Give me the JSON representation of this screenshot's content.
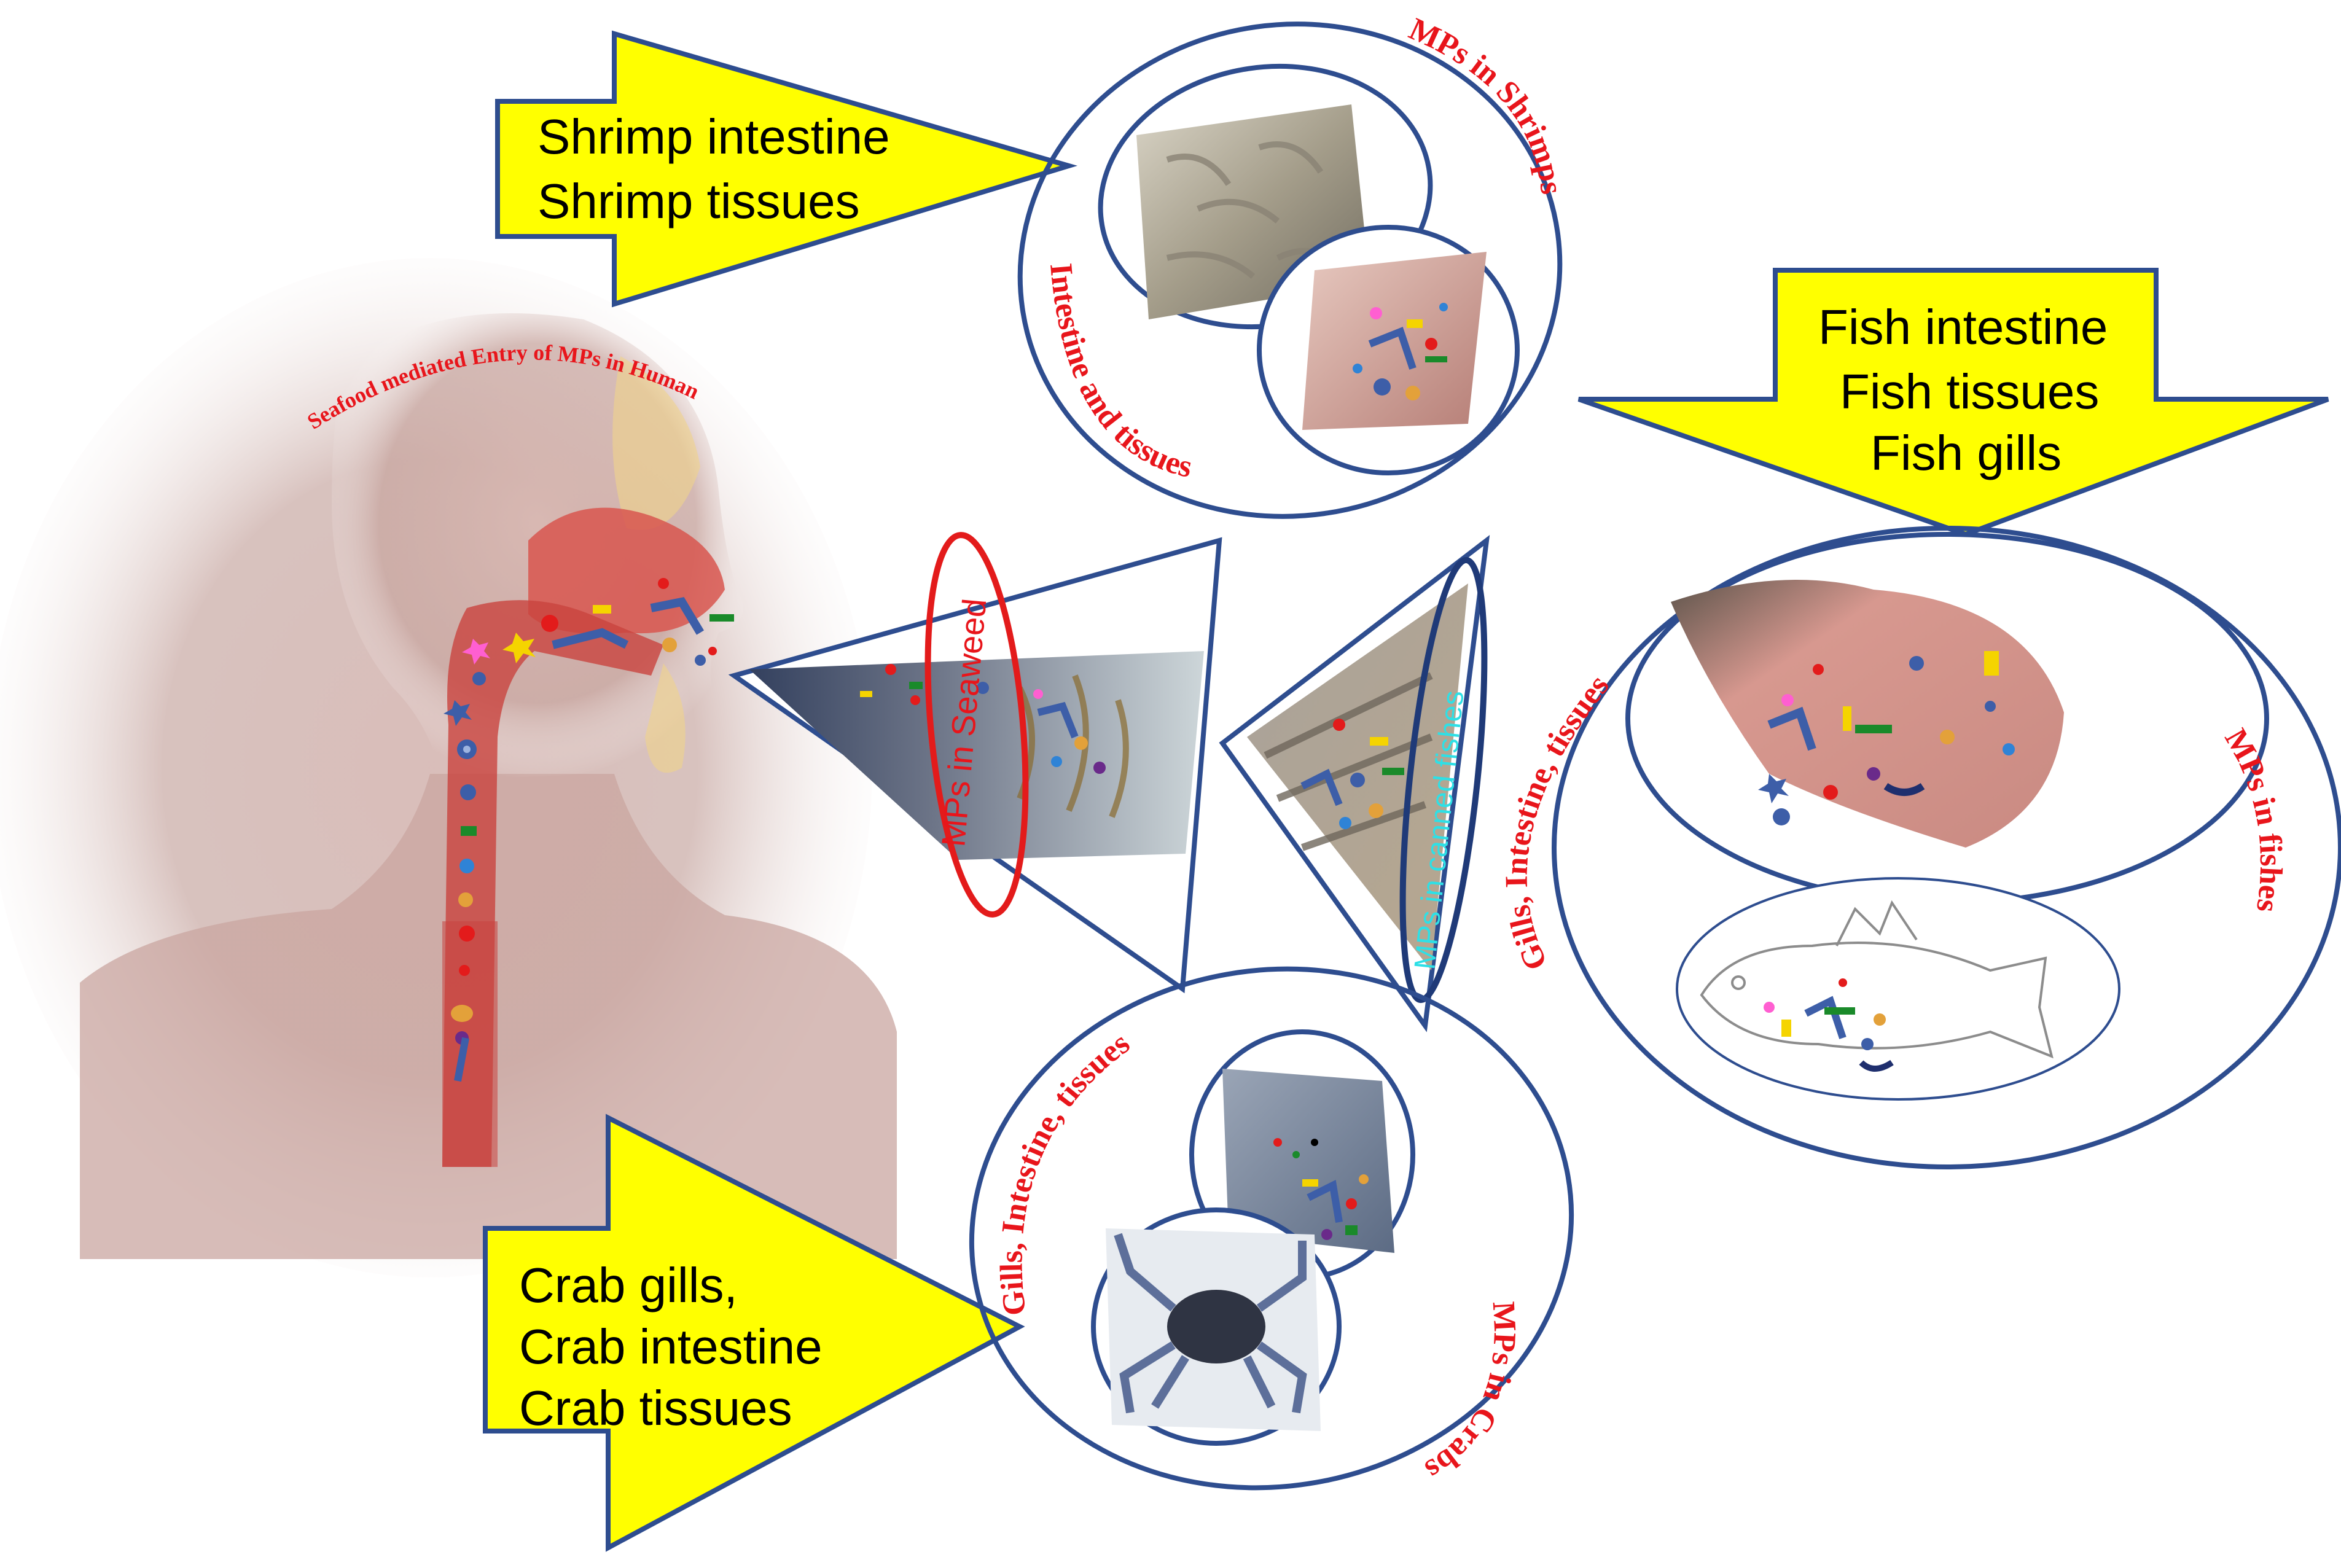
{
  "diagram": {
    "title_curved": "Seafood mediated Entry of MPs in Human",
    "shrimp": {
      "callout_lines": [
        "Shrimp intestine",
        "Shrimp tissues"
      ],
      "ring_label_top": "MPs in Shrimps",
      "ring_label_bottom": "Intestine and tissues"
    },
    "fish": {
      "callout_lines": [
        "Fish intestine",
        "Fish tissues",
        "Fish gills"
      ],
      "ring_label_left": "Gills, Intestine, tissues",
      "ring_label_right": "MPs in fishes"
    },
    "crab": {
      "callout_lines": [
        "Crab gills,",
        "Crab intestine",
        "Crab tissues"
      ],
      "ring_label_left": "Gills, Intestine, tissues",
      "ring_label_bottom": "MPs in Crabs"
    },
    "seaweed": {
      "label": "MPs in Seaweed"
    },
    "canned": {
      "label": "MPs in canned fishes"
    },
    "colors": {
      "outline": "#2e4d8f",
      "label_red": "#e8151b",
      "label_cyan": "#2ee0e6",
      "callout_fill": "#ffff00",
      "callout_stroke": "#2e4d8f"
    }
  }
}
